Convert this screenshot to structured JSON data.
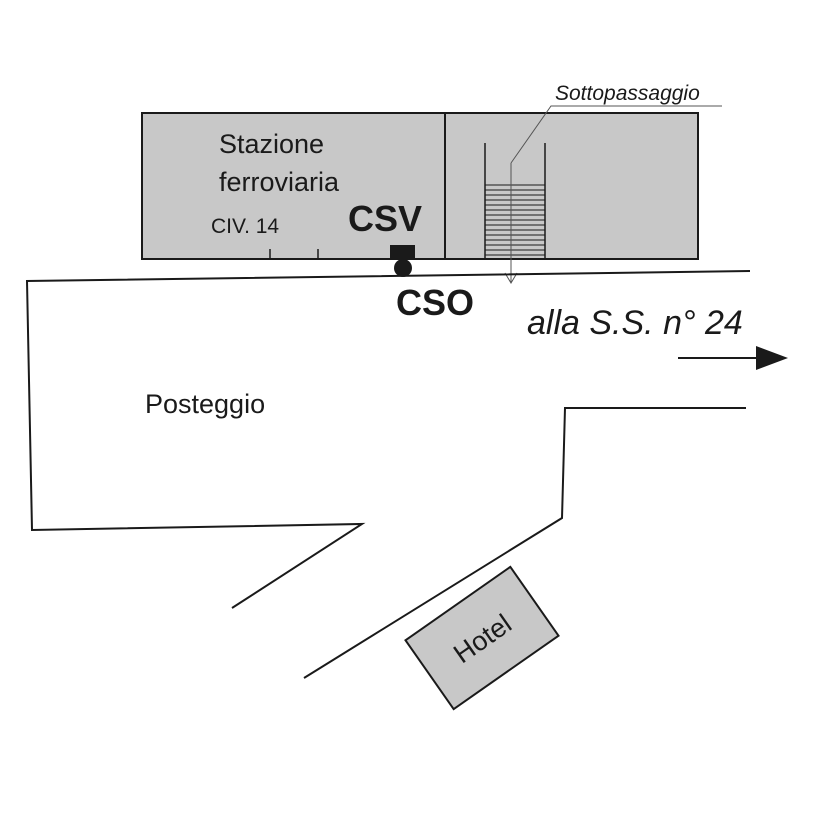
{
  "labels": {
    "station_line1": "Stazione",
    "station_line2": "ferroviaria",
    "civic_number": "CIV. 14",
    "csv": "CSV",
    "cso": "CSO",
    "underpass": "Sottopassaggio",
    "direction": "alla S.S. n° 24",
    "parking": "Posteggio",
    "hotel": "Hotel"
  },
  "colors": {
    "building_fill": "#c8c8c8",
    "line": "#1a1a1a",
    "background": "#ffffff"
  }
}
